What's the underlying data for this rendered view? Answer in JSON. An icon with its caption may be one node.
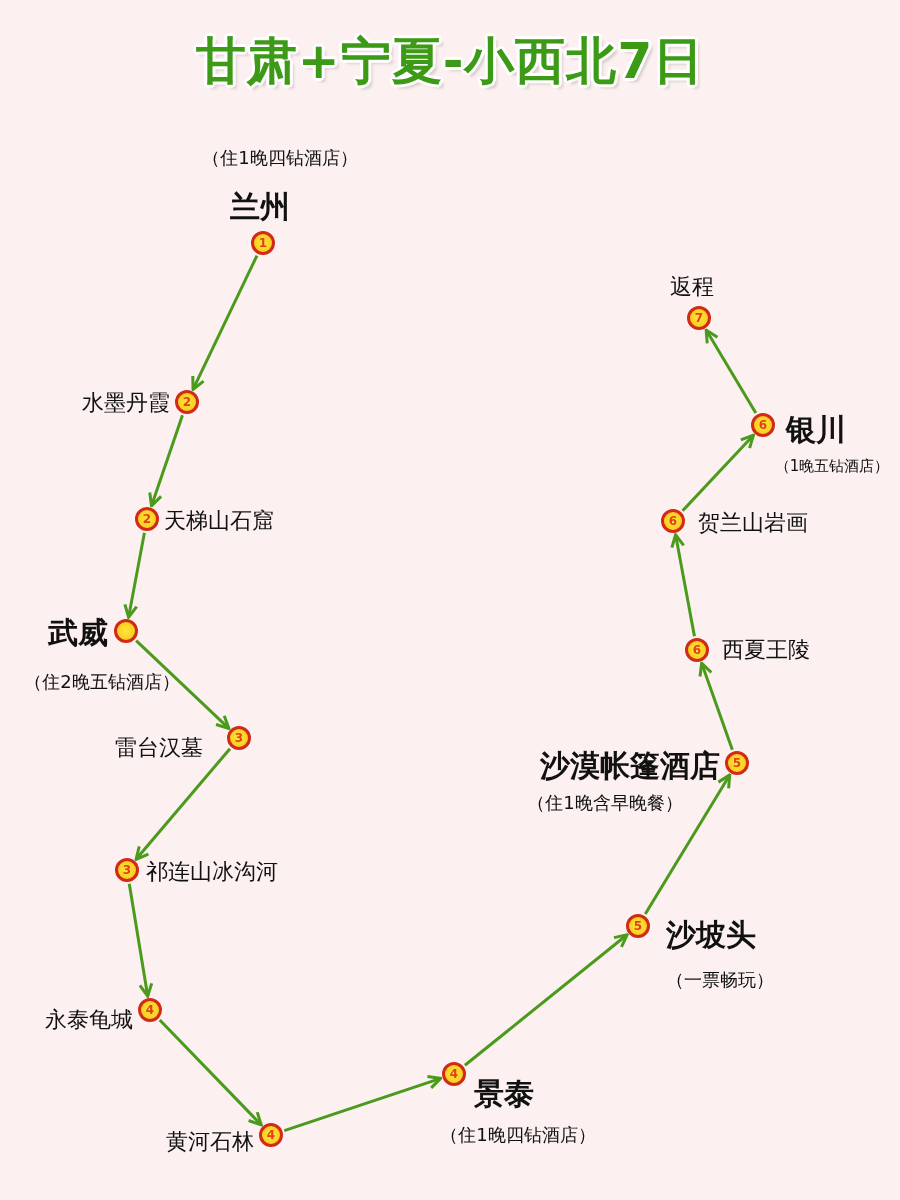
{
  "diagram": {
    "title": "甘肃+宁夏-小西北7日",
    "nodes": [
      {
        "text": [
          "1"
        ],
        "beside": [
          "（住1晚四钻酒店）",
          "兰州"
        ]
      },
      {
        "text": [
          "2"
        ],
        "beside": [
          "水墨丹霞"
        ]
      },
      {
        "text": [
          "2"
        ],
        "beside": [
          "天梯山石窟"
        ]
      },
      {
        "text": [],
        "shape": "circle",
        "beside": [
          "武威",
          "（住2晚五钻酒店）"
        ]
      },
      {
        "text": [
          "3"
        ],
        "beside": [
          "雷台汉墓"
        ]
      },
      {
        "text": [
          "3"
        ],
        "beside": [
          "祁连山冰沟河"
        ]
      },
      {
        "text": [
          "4"
        ],
        "beside": [
          "永泰龟城"
        ]
      },
      {
        "text": [
          "4"
        ],
        "beside": [
          "黄河石林"
        ]
      },
      {
        "text": [
          "4"
        ],
        "beside": [
          "景泰",
          "（住1晚四钻酒店）"
        ]
      },
      {
        "text": [
          "5"
        ],
        "beside": [
          "沙坡头",
          "（一票畅玩）"
        ]
      },
      {
        "text": [
          "5"
        ],
        "beside": [
          "沙漠帐篷酒店",
          "（住1晚含早晚餐）"
        ]
      },
      {
        "text": [
          "6"
        ],
        "beside": [
          "西夏王陵"
        ]
      },
      {
        "text": [
          "6"
        ],
        "beside": [
          "贺兰山岩画"
        ]
      },
      {
        "text": [
          "6"
        ],
        "beside": [
          "银川",
          "（1晚五钻酒店）"
        ]
      },
      {
        "text": [
          "7"
        ],
        "beside": [
          "返程"
        ]
      }
    ],
    "edges": [
      {
        "from": 0,
        "to": 1,
        "arrow": "to"
      },
      {
        "from": 1,
        "to": 2,
        "arrow": "to"
      },
      {
        "from": 2,
        "to": 3,
        "arrow": "to"
      },
      {
        "from": 3,
        "to": 4,
        "arrow": "to"
      },
      {
        "from": 4,
        "to": 5,
        "arrow": "to"
      },
      {
        "from": 5,
        "to": 6,
        "arrow": "to"
      },
      {
        "from": 6,
        "to": 7,
        "arrow": "to"
      },
      {
        "from": 7,
        "to": 8,
        "arrow": "to"
      },
      {
        "from": 8,
        "to": 9,
        "arrow": "to"
      },
      {
        "from": 9,
        "to": 10,
        "arrow": "to"
      },
      {
        "from": 10,
        "to": 11,
        "arrow": "to"
      },
      {
        "from": 11,
        "to": 12,
        "arrow": "to"
      },
      {
        "from": 12,
        "to": 13,
        "arrow": "to"
      },
      {
        "from": 13,
        "to": 14,
        "arrow": "to"
      }
    ]
  }
}
